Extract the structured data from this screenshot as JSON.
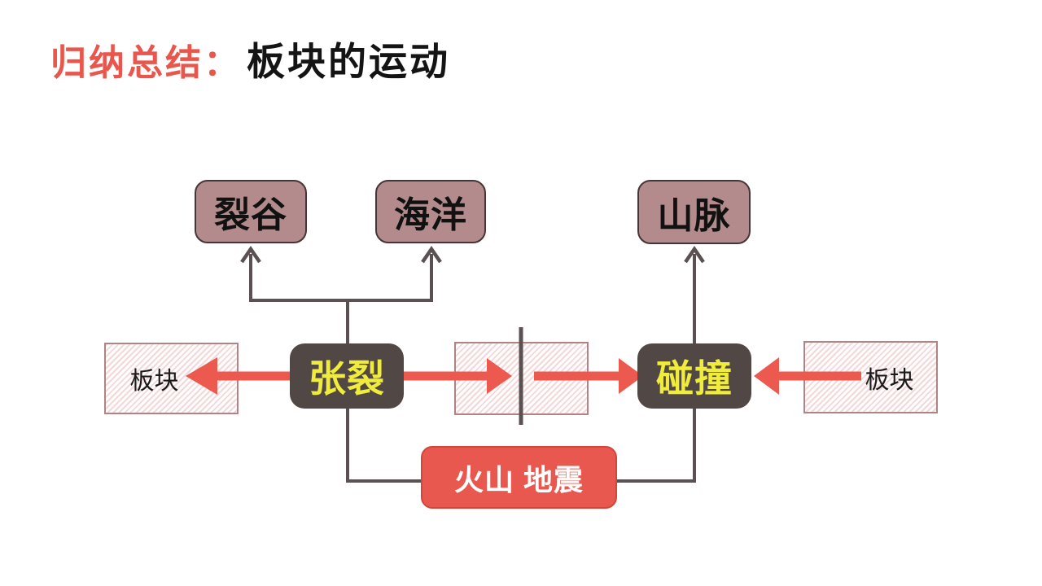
{
  "title": {
    "highlight": "归纳总结：",
    "main": "板块的运动"
  },
  "nodes": {
    "rift": {
      "label": "裂谷"
    },
    "ocean": {
      "label": "海洋"
    },
    "mountain": {
      "label": "山脉"
    },
    "plate_left": {
      "label": "板块"
    },
    "plate_right": {
      "label": "板块"
    },
    "rifting": {
      "label": "张裂"
    },
    "collision": {
      "label": "碰撞"
    },
    "effects": {
      "label": "火山 地震"
    }
  },
  "edges": [
    {
      "from": "rifting",
      "to": "rift",
      "style": "dark-arrow"
    },
    {
      "from": "rifting",
      "to": "ocean",
      "style": "dark-arrow"
    },
    {
      "from": "collision",
      "to": "mountain",
      "style": "dark-arrow"
    },
    {
      "from": "rifting",
      "to": "plate_left",
      "style": "red-arrow"
    },
    {
      "from": "rifting",
      "to": "plate_boundary",
      "style": "red-arrow"
    },
    {
      "from": "plate_boundary",
      "to": "collision",
      "style": "red-arrow"
    },
    {
      "from": "plate_right",
      "to": "collision",
      "style": "red-arrow"
    },
    {
      "from": "rifting",
      "to": "effects",
      "style": "line"
    },
    {
      "from": "collision",
      "to": "effects",
      "style": "line"
    }
  ],
  "colors": {
    "title_highlight": "#E8564C",
    "title_text": "#141414",
    "outcome_box_fill": "#B48B8D",
    "outcome_box_border": "#463436",
    "process_box_fill": "#514846",
    "process_box_text": "#F0EC3C",
    "plate_box_border": "#B28385",
    "plate_hatch_stripe": "#F2D9D9",
    "red_arrow": "#EC5A4F",
    "effects_box_fill": "#E9584E",
    "effects_box_border": "#D4453C",
    "connector_line": "#5B5152",
    "background": "#FFFFFF"
  }
}
